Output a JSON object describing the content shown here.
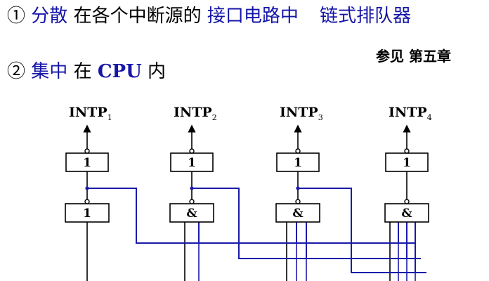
{
  "header": {
    "item1_marker": "①",
    "item1_term": "分散",
    "item1_text": "在各个中断源的",
    "item1_highlight": "接口电路中",
    "item1_method": "链式排队器",
    "reference": "参见 第五章",
    "item2_marker": "②",
    "item2_term": "集中",
    "item2_text": "在",
    "item2_cpu": "CPU",
    "item2_suffix": "内"
  },
  "diagram": {
    "outputs": [
      {
        "base": "INTP",
        "sub": "1"
      },
      {
        "base": "INTP",
        "sub": "2"
      },
      {
        "base": "INTP",
        "sub": "3"
      },
      {
        "base": "INTP",
        "sub": "4"
      }
    ],
    "upper_gates": [
      "1",
      "1",
      "1",
      "1"
    ],
    "lower_gates": [
      "1",
      "&",
      "&",
      "&"
    ],
    "colors": {
      "wire": "#000000",
      "chain": "#1a1aaa",
      "text_blue": "#1515a8"
    }
  }
}
